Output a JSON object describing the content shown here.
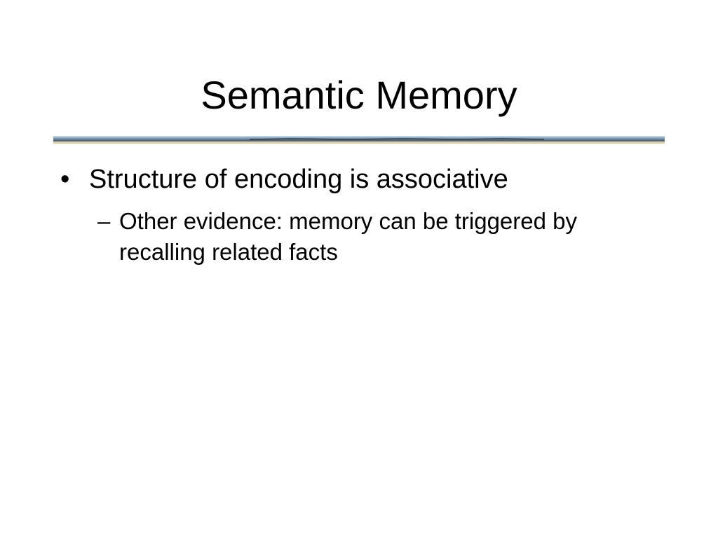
{
  "slide": {
    "title": "Semantic Memory",
    "colors": {
      "rule_top": "#9bb8cf",
      "rule_mid": "#6c84a0",
      "rule_bottom": "#c8b89a"
    },
    "bullets": [
      {
        "marker": "•",
        "text": "Structure of encoding is associative",
        "sub": [
          {
            "marker": "–",
            "text": "Other evidence: memory can be triggered by recalling related facts"
          }
        ]
      }
    ]
  }
}
